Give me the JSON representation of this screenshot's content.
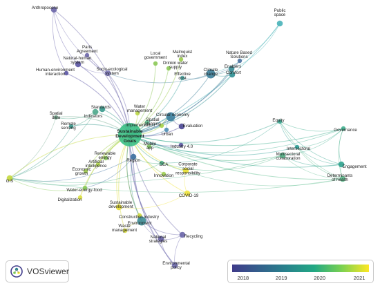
{
  "app": {
    "logo_text": "VOSviewer",
    "logo_icon": "vosviewer-logo-icon"
  },
  "legend": {
    "colors": [
      "#3f3b8a",
      "#33608c",
      "#28838c",
      "#22a884",
      "#7ad151",
      "#fde725"
    ],
    "ticks": [
      {
        "label": "2018",
        "pos": 0.08
      },
      {
        "label": "2019",
        "pos": 0.36
      },
      {
        "label": "2020",
        "pos": 0.64
      },
      {
        "label": "2021",
        "pos": 0.93
      }
    ]
  },
  "network": {
    "nodes": [
      {
        "id": "sdg",
        "label": "Sustainable\nDevelopment\nGoals",
        "color": "#3bbf85",
        "size": "xl"
      },
      {
        "id": "anthropocene",
        "label": "Anthropocene",
        "color": "#6c66a8",
        "size": "s"
      },
      {
        "id": "paris",
        "label": "Paris\nAgreement",
        "color": "#6c66a8",
        "size": "xs"
      },
      {
        "id": "naturehuman",
        "label": "Natural-human\nsystem",
        "color": "#5b55a3",
        "size": "s"
      },
      {
        "id": "humanenv",
        "label": "Human-environment\ninteraction",
        "color": "#5b55a3",
        "size": "xs"
      },
      {
        "id": "socioeco",
        "label": "Socio-ecological\nsystem",
        "color": "#7a75b5",
        "size": "s"
      },
      {
        "id": "localgov",
        "label": "Local\ngovernment",
        "color": "#8bc855",
        "size": "xs"
      },
      {
        "id": "malmquist",
        "label": "Malmquist\nindex",
        "color": "#9ccc4c",
        "size": "xs"
      },
      {
        "id": "drinking",
        "label": "Drinkin water\nsupply",
        "color": "#8bc855",
        "size": "xs"
      },
      {
        "id": "effcost",
        "label": "Effective\ncost",
        "color": "#48a9a4",
        "size": "xs"
      },
      {
        "id": "climate",
        "label": "Climate\nchange",
        "color": "#3c7f9a",
        "size": "m"
      },
      {
        "id": "enablers",
        "label": "Enablers",
        "color": "#3a8d97",
        "size": "s"
      },
      {
        "id": "nbs",
        "label": "Nature Based\nSolutions",
        "color": "#4a71a0",
        "size": "xs"
      },
      {
        "id": "comfort",
        "label": "Comfort",
        "color": "#2f8f92",
        "size": "s"
      },
      {
        "id": "public",
        "label": "Public\nspace",
        "color": "#49b3b9",
        "size": "s"
      },
      {
        "id": "standards",
        "label": "Standards",
        "color": "#3a9a8d",
        "size": "s"
      },
      {
        "id": "indicators",
        "label": "Indicators",
        "color": "#4fa88c",
        "size": "s"
      },
      {
        "id": "spatial",
        "label": "Spatial\ndata",
        "color": "#7aaf95",
        "size": "xs"
      },
      {
        "id": "remote",
        "label": "Remote\nsensing",
        "color": "#3a9a8d",
        "size": "xs"
      },
      {
        "id": "water",
        "label": "Water\nmanagement",
        "color": "#b9d645",
        "size": "xs"
      },
      {
        "id": "implementation",
        "label": "Implementation",
        "color": "#5db98c",
        "size": "xs"
      },
      {
        "id": "circular",
        "label": "Circular economy",
        "color": "#3b7f9d",
        "size": "m"
      },
      {
        "id": "spatialplan",
        "label": "Spatial\nplanning",
        "color": "#a7d14a",
        "size": "xs"
      },
      {
        "id": "urban",
        "label": "Urban",
        "color": "#4e8db4",
        "size": "xs"
      },
      {
        "id": "evaluation",
        "label": "Evaluation",
        "color": "#4b4793",
        "size": "s"
      },
      {
        "id": "mobile",
        "label": "Mobile\napp",
        "color": "#7ec45f",
        "size": "xs"
      },
      {
        "id": "industry",
        "label": "Industry 4.0",
        "color": "#5c56a3",
        "size": "xs"
      },
      {
        "id": "renewable",
        "label": "Renewable\nenergy",
        "color": "#8acb5a",
        "size": "xs"
      },
      {
        "id": "ai",
        "label": "Artificial\nintelligence",
        "color": "#b0d64a",
        "size": "xs"
      },
      {
        "id": "econ",
        "label": "Economic\ngrowth",
        "color": "#a2cf4e",
        "size": "xs"
      },
      {
        "id": "region",
        "label": "Region",
        "color": "#3b6fa0",
        "size": "s"
      },
      {
        "id": "dea",
        "label": "DEA",
        "color": "#4fb08a",
        "size": "xs"
      },
      {
        "id": "innovation",
        "label": "Innovation",
        "color": "#9fcf52",
        "size": "xs"
      },
      {
        "id": "csr",
        "label": "Corporate\nsocial\nresponsibility",
        "color": "#e7df30",
        "size": "s"
      },
      {
        "id": "gis",
        "label": "GIS",
        "color": "#c4d93e",
        "size": "s"
      },
      {
        "id": "wef",
        "label": "Water-energy-food",
        "color": "#8acb5a",
        "size": "xs"
      },
      {
        "id": "digital",
        "label": "Digitalization",
        "color": "#dde142",
        "size": "xs"
      },
      {
        "id": "covid",
        "label": "COVID-19",
        "color": "#f1e43c",
        "size": "s"
      },
      {
        "id": "sustdev",
        "label": "Sustainable\ndevelopment",
        "color": "#e5dd35",
        "size": "s"
      },
      {
        "id": "construction",
        "label": "Construction industry",
        "color": "#cfd93c",
        "size": "xs"
      },
      {
        "id": "environment",
        "label": "Environment",
        "color": "#3e8c95",
        "size": "m"
      },
      {
        "id": "waste",
        "label": "Waste\nmanagement",
        "color": "#d8db3b",
        "size": "xs"
      },
      {
        "id": "national",
        "label": "National\nstrategies",
        "color": "#6a65a8",
        "size": "s"
      },
      {
        "id": "recycling",
        "label": "Recycling",
        "color": "#6a65a8",
        "size": "s"
      },
      {
        "id": "envpolicy",
        "label": "Environmental\npolicy",
        "color": "#6f6bb0",
        "size": "s"
      },
      {
        "id": "equity",
        "label": "Equity",
        "color": "#3aa792",
        "size": "xs"
      },
      {
        "id": "intersectoral",
        "label": "Intersectoral",
        "color": "#2f9f96",
        "size": "xs"
      },
      {
        "id": "multisectoral",
        "label": "Multisectoral\ncollaboration",
        "color": "#58b88c",
        "size": "s"
      },
      {
        "id": "governance",
        "label": "Governance",
        "color": "#3fb08f",
        "size": "xs"
      },
      {
        "id": "engagement",
        "label": "Engagement",
        "color": "#31a38f",
        "size": "s"
      },
      {
        "id": "determinants",
        "label": "Determinants\nof health",
        "color": "#5ebd8e",
        "size": "s"
      }
    ],
    "edges": [
      [
        "sdg",
        "anthropocene"
      ],
      [
        "sdg",
        "paris"
      ],
      [
        "sdg",
        "naturehuman"
      ],
      [
        "sdg",
        "humanenv"
      ],
      [
        "sdg",
        "socioeco"
      ],
      [
        "sdg",
        "localgov"
      ],
      [
        "sdg",
        "malmquist"
      ],
      [
        "sdg",
        "drinking"
      ],
      [
        "sdg",
        "effcost"
      ],
      [
        "sdg",
        "climate"
      ],
      [
        "sdg",
        "enablers"
      ],
      [
        "sdg",
        "comfort"
      ],
      [
        "sdg",
        "public"
      ],
      [
        "sdg",
        "standards"
      ],
      [
        "sdg",
        "indicators"
      ],
      [
        "sdg",
        "spatial"
      ],
      [
        "sdg",
        "remote"
      ],
      [
        "sdg",
        "water"
      ],
      [
        "sdg",
        "implementation"
      ],
      [
        "sdg",
        "circular"
      ],
      [
        "sdg",
        "spatialplan"
      ],
      [
        "sdg",
        "urban"
      ],
      [
        "sdg",
        "evaluation"
      ],
      [
        "sdg",
        "mobile"
      ],
      [
        "sdg",
        "industry"
      ],
      [
        "sdg",
        "renewable"
      ],
      [
        "sdg",
        "ai"
      ],
      [
        "sdg",
        "econ"
      ],
      [
        "sdg",
        "region"
      ],
      [
        "sdg",
        "dea"
      ],
      [
        "sdg",
        "innovation"
      ],
      [
        "sdg",
        "csr"
      ],
      [
        "sdg",
        "gis"
      ],
      [
        "sdg",
        "wef"
      ],
      [
        "sdg",
        "digital"
      ],
      [
        "sdg",
        "covid"
      ],
      [
        "sdg",
        "sustdev"
      ],
      [
        "sdg",
        "construction"
      ],
      [
        "sdg",
        "environment"
      ],
      [
        "sdg",
        "waste"
      ],
      [
        "sdg",
        "national"
      ],
      [
        "sdg",
        "recycling"
      ],
      [
        "sdg",
        "envpolicy"
      ],
      [
        "sdg",
        "equity"
      ],
      [
        "sdg",
        "intersectoral"
      ],
      [
        "sdg",
        "multisectoral"
      ],
      [
        "sdg",
        "governance"
      ],
      [
        "sdg",
        "engagement"
      ],
      [
        "sdg",
        "determinants"
      ],
      [
        "sdg",
        "nbs"
      ],
      [
        "anthropocene",
        "socioeco"
      ],
      [
        "anthropocene",
        "naturehuman"
      ],
      [
        "anthropocene",
        "humanenv"
      ],
      [
        "paris",
        "socioeco"
      ],
      [
        "naturehuman",
        "socioeco"
      ],
      [
        "socioeco",
        "climate"
      ],
      [
        "climate",
        "enablers"
      ],
      [
        "climate",
        "comfort"
      ],
      [
        "climate",
        "nbs"
      ],
      [
        "climate",
        "public"
      ],
      [
        "enablers",
        "public"
      ],
      [
        "effcost",
        "climate"
      ],
      [
        "circular",
        "evaluation"
      ],
      [
        "circular",
        "spatialplan"
      ],
      [
        "circular",
        "urban"
      ],
      [
        "gis",
        "remote"
      ],
      [
        "gis",
        "spatial"
      ],
      [
        "gis",
        "indicators"
      ],
      [
        "gis",
        "region"
      ],
      [
        "gis",
        "wef"
      ],
      [
        "gis",
        "multisectoral"
      ],
      [
        "gis",
        "determinants"
      ],
      [
        "gis",
        "dea"
      ],
      [
        "wef",
        "digital"
      ],
      [
        "wef",
        "region"
      ],
      [
        "environment",
        "recycling"
      ],
      [
        "environment",
        "national"
      ],
      [
        "environment",
        "waste"
      ],
      [
        "national",
        "envpolicy"
      ],
      [
        "recycling",
        "envpolicy"
      ],
      [
        "national",
        "recycling"
      ],
      [
        "region",
        "national"
      ],
      [
        "region",
        "environment"
      ],
      [
        "region",
        "dea"
      ],
      [
        "region",
        "envpolicy"
      ],
      [
        "equity",
        "intersectoral"
      ],
      [
        "equity",
        "governance"
      ],
      [
        "equity",
        "engagement"
      ],
      [
        "equity",
        "determinants"
      ],
      [
        "intersectoral",
        "governance"
      ],
      [
        "intersectoral",
        "engagement"
      ],
      [
        "intersectoral",
        "determinants"
      ],
      [
        "multisectoral",
        "governance"
      ],
      [
        "multisectoral",
        "engagement"
      ],
      [
        "multisectoral",
        "determinants"
      ],
      [
        "governance",
        "engagement"
      ],
      [
        "governance",
        "determinants"
      ],
      [
        "engagement",
        "determinants"
      ],
      [
        "dea",
        "equity"
      ],
      [
        "dea",
        "determinants"
      ],
      [
        "dea",
        "multisectoral"
      ],
      [
        "mobile",
        "governance"
      ],
      [
        "indicators",
        "standards"
      ],
      [
        "remote",
        "indicators"
      ],
      [
        "spatial",
        "indicators"
      ],
      [
        "csr",
        "covid"
      ],
      [
        "sustdev",
        "covid"
      ],
      [
        "construction",
        "environment"
      ],
      [
        "renewable",
        "econ"
      ],
      [
        "ai",
        "econ"
      ]
    ]
  }
}
